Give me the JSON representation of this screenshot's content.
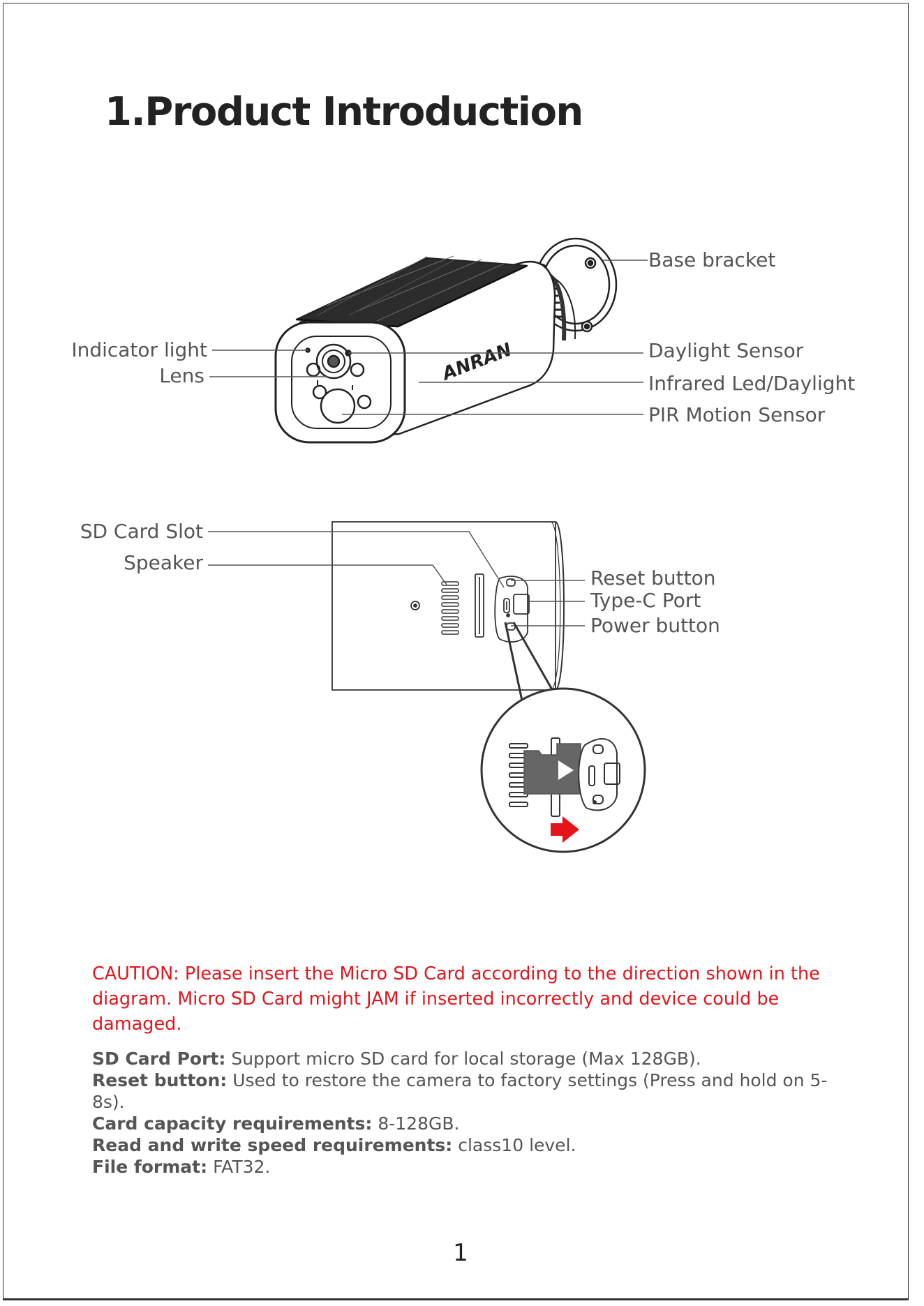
{
  "heading": "1.Product Introduction",
  "brand_logo": "ANRAN",
  "camera_labels": {
    "indicator_light": "Indicator light",
    "lens": "Lens",
    "base_bracket": "Base bracket",
    "daylight_sensor": "Daylight Sensor",
    "infrared_led": "Infrared Led/Daylight",
    "pir_sensor": "PIR Motion Sensor"
  },
  "underside_labels": {
    "sd_card_slot": "SD Card Slot",
    "speaker": "Speaker",
    "reset_button": "Reset button",
    "type_c_port": "Type-C Port",
    "power_button": "Power button"
  },
  "insert_arrow_color": "#e5141b",
  "caution_text": "CAUTION: Please insert the Micro SD Card according to the direction shown in the diagram. Micro SD Card might JAM if inserted incorrectly and device could be damaged.",
  "specs": [
    {
      "label": "SD Card Port:",
      "value": " Support micro SD card for local storage (Max 128GB)."
    },
    {
      "label": "Reset button:",
      "value": " Used to restore the camera to factory settings (Press and hold on 5-8s)."
    },
    {
      "label": "Card capacity requirements:",
      "value": " 8-128GB."
    },
    {
      "label": "Read and write speed requirements:",
      "value": " class10 level."
    },
    {
      "label": "File format:",
      "value": " FAT32."
    }
  ],
  "page_number": "1"
}
